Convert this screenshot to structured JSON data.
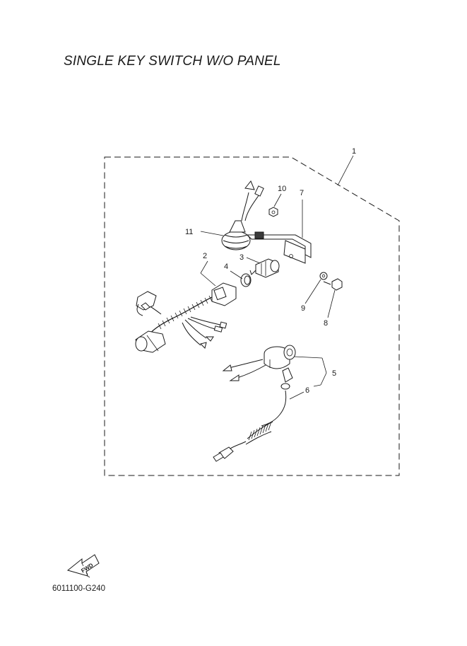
{
  "title": "SINGLE KEY SWITCH W/O PANEL",
  "diagram_code": "6011100-G240",
  "fwd_label": "FWD",
  "callouts": [
    "1",
    "2",
    "3",
    "4",
    "5",
    "6",
    "7",
    "8",
    "9",
    "10",
    "11"
  ]
}
